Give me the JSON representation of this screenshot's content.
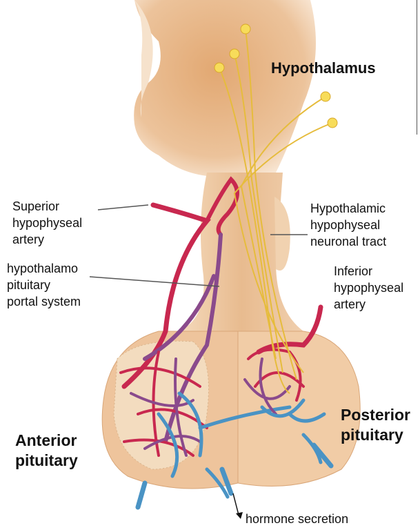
{
  "labels": {
    "hypothalamus": "Hypothalamus",
    "superior_artery": [
      "Superior",
      "hypophyseal",
      "artery"
    ],
    "neuronal_tract": [
      "Hypothalamic",
      "hypophyseal",
      "neuronal tract"
    ],
    "portal_system": [
      "hypothalamo",
      "pituitary",
      "portal system"
    ],
    "inferior_artery": [
      "Inferior",
      "hypophyseal",
      "artery"
    ],
    "anterior": [
      "Anterior",
      "pituitary"
    ],
    "posterior": [
      "Posterior",
      "pituitary"
    ],
    "hormone_secretion": "hormone secretion"
  },
  "colors": {
    "tissue": "#e9b98c",
    "tissue_light": "#f3d6b4",
    "artery": "#c8284f",
    "portal": "#8a4a8c",
    "vein": "#4a93c4",
    "nerve": "#e6bc3c"
  }
}
